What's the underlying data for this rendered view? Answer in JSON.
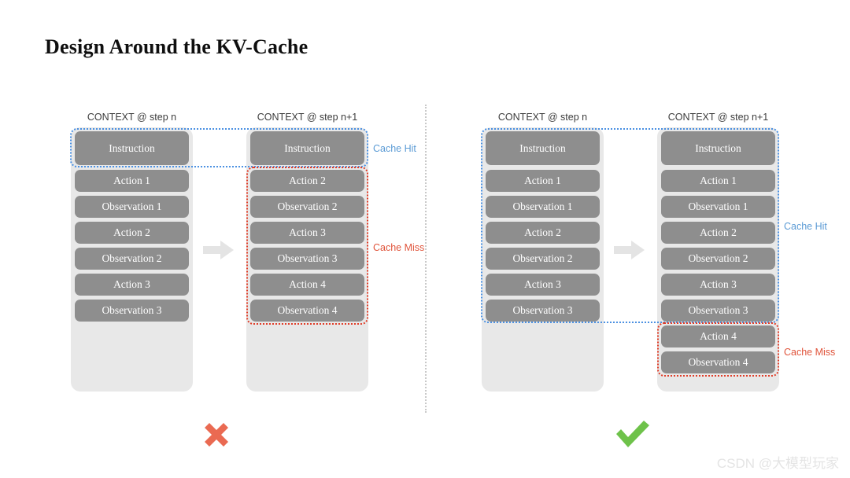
{
  "page": {
    "title": "Design Around the KV-Cache",
    "watermark": "CSDN @大模型玩家",
    "background": "#ffffff"
  },
  "colors": {
    "chip_fill": "#8e8e8e",
    "chip_text": "#ffffff",
    "panel_fill": "#e8e8e8",
    "cache_hit": "#5b9bd5",
    "cache_miss": "#e0543b",
    "divider": "#c9c9c9",
    "cross_mark": "#ea6a52",
    "check_mark": "#6ec24a",
    "arrow": "#e4e4e4"
  },
  "labels": {
    "context_step_n": "CONTEXT @ step n",
    "context_step_n1": "CONTEXT @ step n+1",
    "cache_hit": "Cache Hit",
    "cache_miss": "Cache Miss"
  },
  "left_example": {
    "verdict": "cross",
    "verdict_meaning": "bad",
    "column_before": {
      "header": "CONTEXT @ step n",
      "items": [
        "Instruction",
        "Action 1",
        "Observation 1",
        "Action 2",
        "Observation 2",
        "Action 3",
        "Observation 3"
      ]
    },
    "column_after": {
      "header": "CONTEXT @ step n+1",
      "items": [
        "Instruction",
        "Action 2",
        "Observation 2",
        "Action 3",
        "Observation 3",
        "Action 4",
        "Observation 4"
      ]
    },
    "annotations": [
      {
        "type": "cache_hit",
        "label": "Cache Hit",
        "covers": [
          "Instruction"
        ]
      },
      {
        "type": "cache_miss",
        "label": "Cache Miss",
        "covers": [
          "Action 2",
          "Observation 2",
          "Action 3",
          "Observation 3",
          "Action 4",
          "Observation 4"
        ]
      }
    ]
  },
  "right_example": {
    "verdict": "check",
    "verdict_meaning": "good",
    "column_before": {
      "header": "CONTEXT @ step n",
      "items": [
        "Instruction",
        "Action 1",
        "Observation 1",
        "Action 2",
        "Observation 2",
        "Action 3",
        "Observation 3"
      ]
    },
    "column_after": {
      "header": "CONTEXT @ step n+1",
      "items": [
        "Instruction",
        "Action 1",
        "Observation 1",
        "Action 2",
        "Observation 2",
        "Action 3",
        "Observation 3",
        "Action 4",
        "Observation 4"
      ]
    },
    "annotations": [
      {
        "type": "cache_hit",
        "label": "Cache Hit",
        "covers": [
          "Instruction",
          "Action 1",
          "Observation 1",
          "Action 2",
          "Observation 2",
          "Action 3",
          "Observation 3"
        ]
      },
      {
        "type": "cache_miss",
        "label": "Cache Miss",
        "covers": [
          "Action 4",
          "Observation 4"
        ]
      }
    ]
  }
}
